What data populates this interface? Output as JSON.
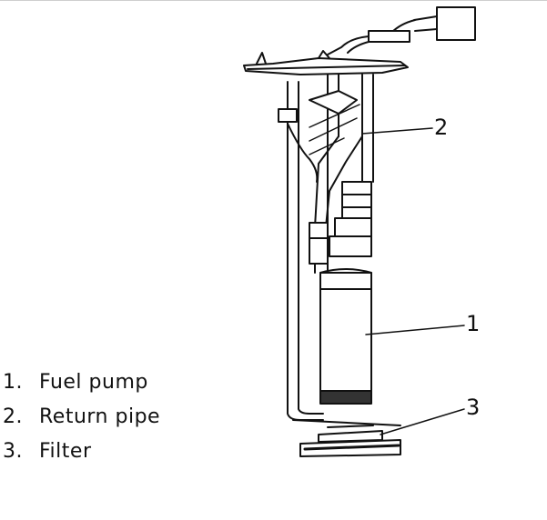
{
  "callouts": {
    "pump": "1",
    "return_pipe": "2",
    "filter": "3"
  },
  "legend": [
    {
      "number": "1.",
      "label": "Fuel pump"
    },
    {
      "number": "2.",
      "label": "Return pipe"
    },
    {
      "number": "3.",
      "label": "Filter"
    }
  ]
}
